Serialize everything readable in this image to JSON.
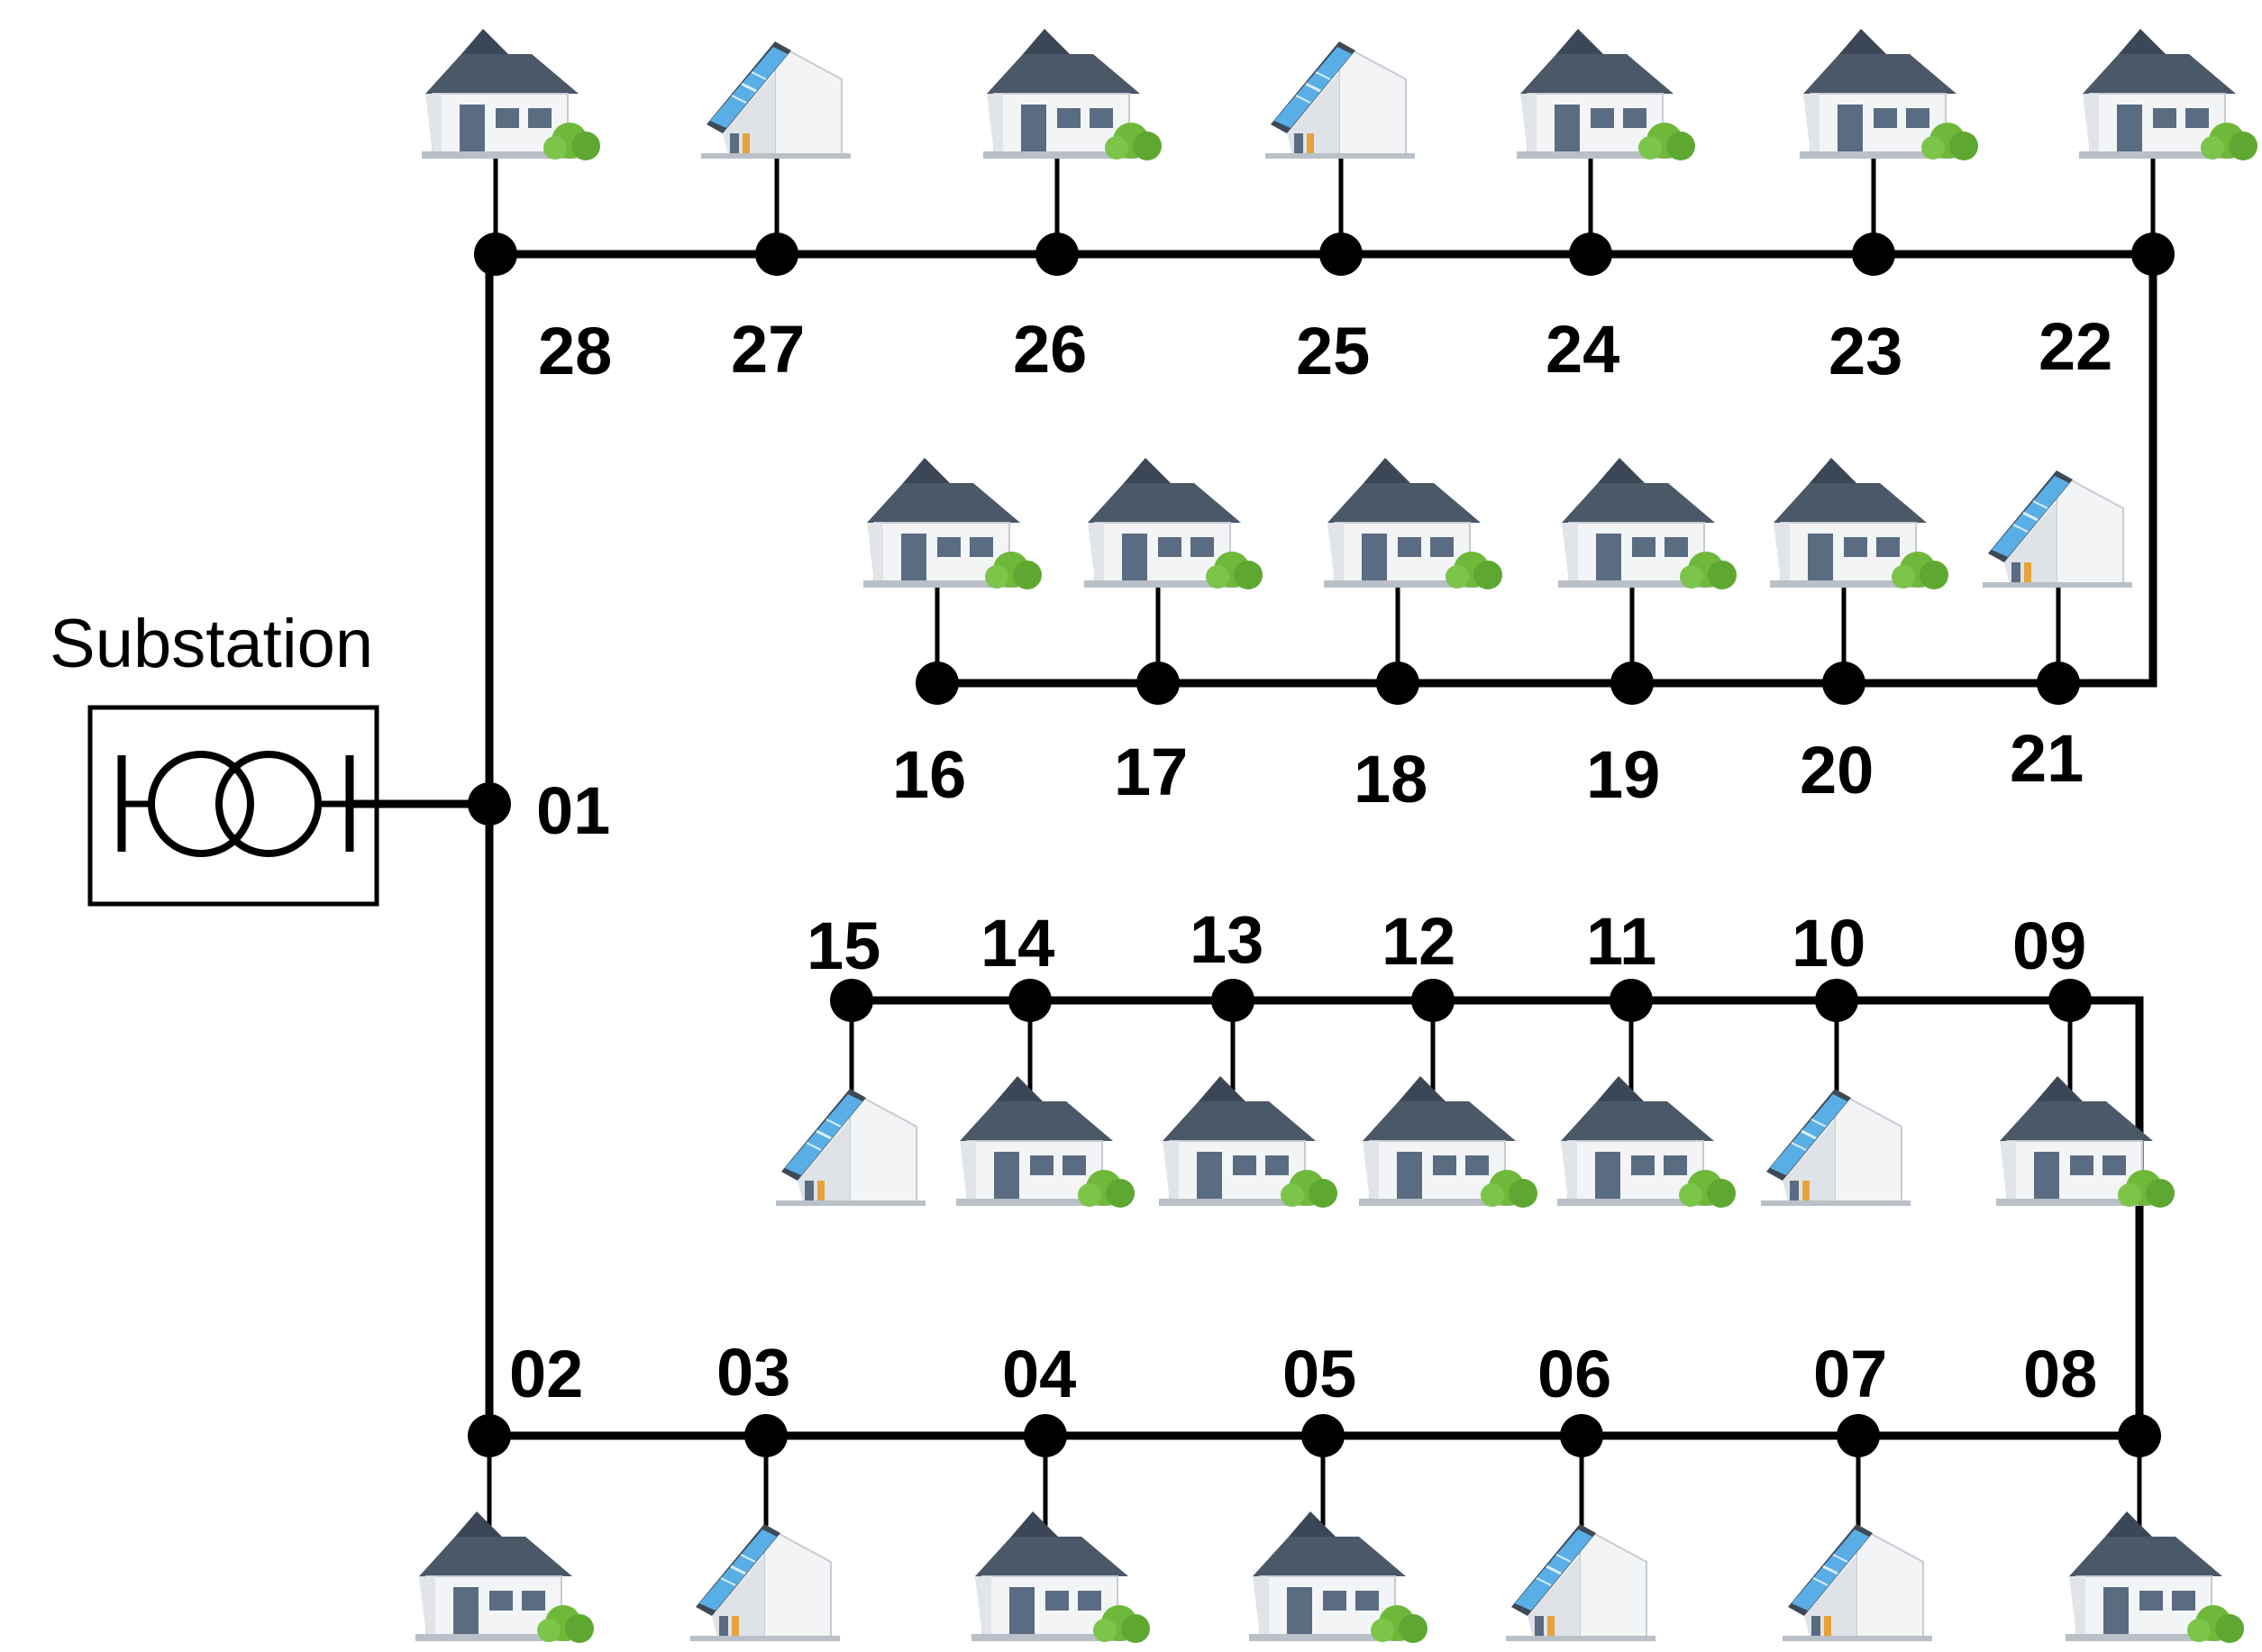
{
  "substation": {
    "label": "Substation"
  },
  "colors": {
    "line": "#000000",
    "roof": "#4a5868",
    "wall": "#f2f4f6",
    "window": "#5a6c82",
    "bush": "#6fb83a",
    "panel": "#5aaee6",
    "panel_frame": "#3d4a56"
  },
  "nodes": [
    {
      "id": "01",
      "house": "none"
    },
    {
      "id": "02",
      "house": "house"
    },
    {
      "id": "03",
      "house": "solar"
    },
    {
      "id": "04",
      "house": "house"
    },
    {
      "id": "05",
      "house": "house"
    },
    {
      "id": "06",
      "house": "solar"
    },
    {
      "id": "07",
      "house": "solar"
    },
    {
      "id": "08",
      "house": "house"
    },
    {
      "id": "09",
      "house": "house"
    },
    {
      "id": "10",
      "house": "solar"
    },
    {
      "id": "11",
      "house": "house"
    },
    {
      "id": "12",
      "house": "house"
    },
    {
      "id": "13",
      "house": "house"
    },
    {
      "id": "14",
      "house": "house"
    },
    {
      "id": "15",
      "house": "solar"
    },
    {
      "id": "16",
      "house": "house"
    },
    {
      "id": "17",
      "house": "house"
    },
    {
      "id": "18",
      "house": "house"
    },
    {
      "id": "19",
      "house": "house"
    },
    {
      "id": "20",
      "house": "house"
    },
    {
      "id": "21",
      "house": "solar"
    },
    {
      "id": "22",
      "house": "house"
    },
    {
      "id": "23",
      "house": "house"
    },
    {
      "id": "24",
      "house": "house"
    },
    {
      "id": "25",
      "house": "solar"
    },
    {
      "id": "26",
      "house": "house"
    },
    {
      "id": "27",
      "house": "solar"
    },
    {
      "id": "28",
      "house": "house"
    }
  ]
}
